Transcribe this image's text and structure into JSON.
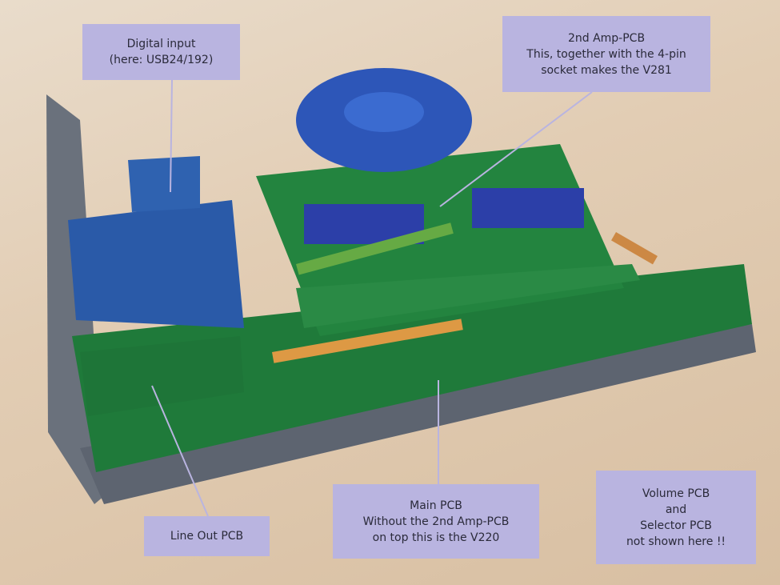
{
  "labels": {
    "digital_input": [
      "Digital input",
      "(here: USB24/192)"
    ],
    "amp_pcb": [
      "2nd Amp-PCB",
      "This, together with the 4-pin",
      "socket makes  the V281"
    ],
    "line_out": [
      "Line Out PCB"
    ],
    "main_pcb": [
      "Main PCB",
      "Without the 2nd Amp-PCB",
      "on top this is the V220"
    ],
    "volume": [
      "Volume PCB",
      "and",
      "Selector PCB",
      "not shown here !!"
    ]
  },
  "colors": {
    "label_bg": "#b9b4e0",
    "pcb_green": "#1f7a3a",
    "chassis": "#5d6470"
  }
}
